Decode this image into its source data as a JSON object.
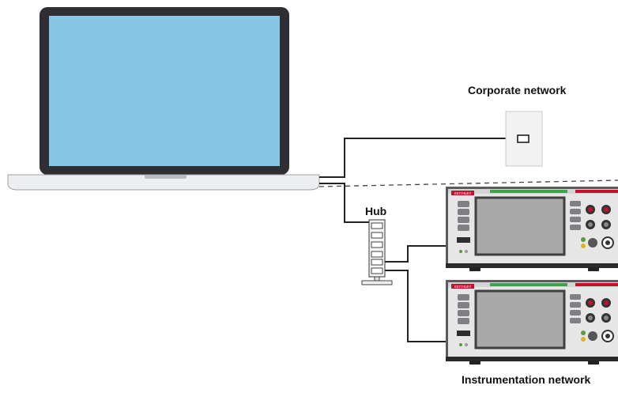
{
  "labels": {
    "corporate_network": "Corporate network",
    "hub": "Hub",
    "instrumentation_network": "Instrumentation network"
  },
  "instrument_brand": "KEITHLEY",
  "colors": {
    "laptop_screen": "#87c7e5",
    "laptop_bezel": "#2f2f33",
    "laptop_base": "#eceef0",
    "instrument_body": "#e6e6e6",
    "instrument_display": "#a9a9a9",
    "instrument_green_bar": "#3fa34d",
    "instrument_red_accent": "#c8102e",
    "cable": "#222222"
  }
}
